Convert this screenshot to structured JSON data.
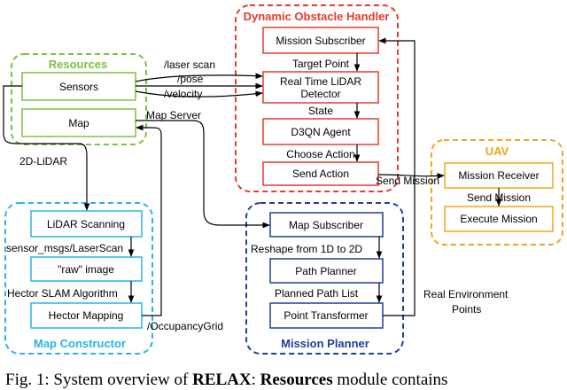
{
  "colors": {
    "dynamic": "#e53b2c",
    "resources": "#7cc242",
    "uav": "#f2a51c",
    "map_constructor": "#29b3e8",
    "mission_planner": "#1f3f9c",
    "line": "#000000"
  },
  "groups": {
    "dynamic": {
      "title": "Dynamic Obstacle Handler"
    },
    "resources": {
      "title": "Resources"
    },
    "uav": {
      "title": "UAV"
    },
    "map_constructor": {
      "title": "Map Constructor"
    },
    "mission_planner": {
      "title": "Mission Planner"
    }
  },
  "nodes": {
    "mission_subscriber": "Mission Subscriber",
    "lidar_detector_line1": "Real Time LiDAR",
    "lidar_detector_line2": "Detector",
    "d3qn_agent": "D3QN Agent",
    "send_action": "Send Action",
    "sensors": "Sensors",
    "map": "Map",
    "mission_receiver": "Mission Receiver",
    "execute_mission": "Execute Mission",
    "lidar_scanning": "LiDAR Scanning",
    "raw_image": "\"raw\" image",
    "hector_mapping": "Hector Mapping",
    "map_subscriber": "Map Subscriber",
    "path_planner": "Path Planner",
    "point_transformer": "Point Transformer"
  },
  "edge_labels": {
    "laser_scan": "/laser scan",
    "pose": "/pose",
    "velocity": "/velocity",
    "target_point": "Target Point",
    "state": "State",
    "choose_action": "Choose Action",
    "send_mission": "Send Mission",
    "send_mission_inner": "Send  Mission",
    "map_server": "Map Server",
    "lidar_2d": "2D-LiDAR",
    "laser_scan_msg": "sensor_msgs/LaserScan",
    "hector_slam": "Hector SLAM Algorithm",
    "occupancy_grid": "/OccupancyGrid",
    "reshape": "Reshape from 1D to 2D",
    "planned_path": "Planned Path List",
    "real_env_line1": "Real Environment",
    "real_env_line2": "Points"
  },
  "caption": {
    "prefix": "Fig. 1: System overview of ",
    "system": "RELAX",
    "sep": ": ",
    "module": "Resources",
    "rest": " module contains"
  }
}
